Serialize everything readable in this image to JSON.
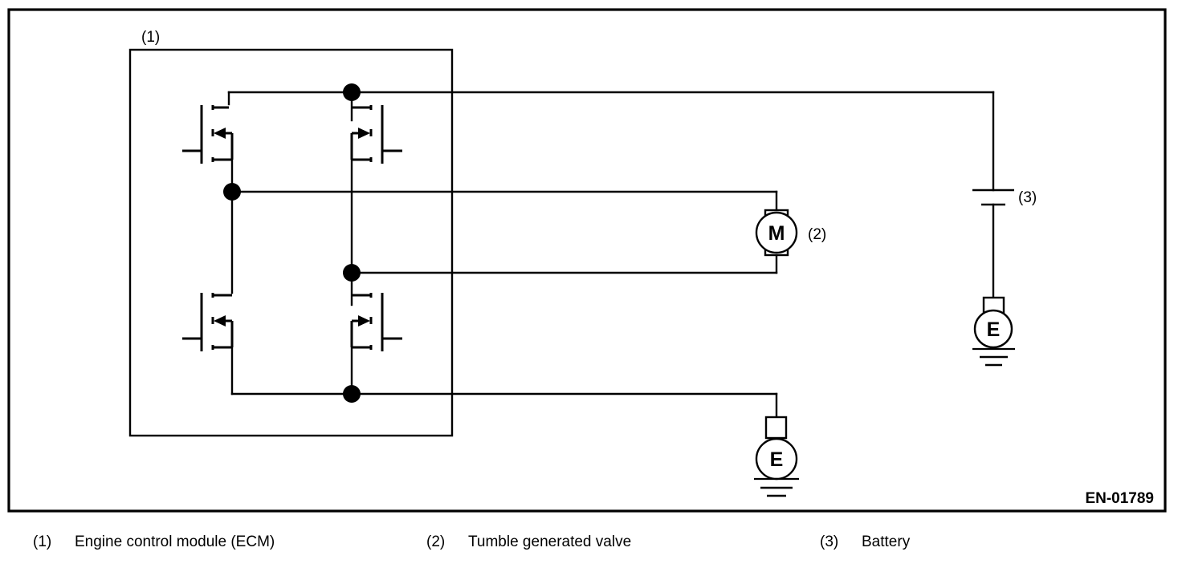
{
  "diagram": {
    "code_label": "EN-01789",
    "callouts": [
      {
        "id": "1",
        "text": "(1)"
      },
      {
        "id": "2",
        "text": "(2)"
      },
      {
        "id": "3",
        "text": "(3)"
      }
    ],
    "components": {
      "ecm_box": {
        "callout": "(1)",
        "name": "Engine control module (ECM)"
      },
      "motor": {
        "callout": "(2)",
        "letter": "M",
        "name": "Tumble generated valve"
      },
      "battery": {
        "callout": "(3)",
        "name": "Battery"
      },
      "ground_center": {
        "letter": "E",
        "name": "earth-ground"
      },
      "ground_right": {
        "letter": "E",
        "name": "earth-ground"
      }
    },
    "transistors": [
      {
        "id": "q1",
        "position": "upper-left",
        "type": "p-channel-mosfet"
      },
      {
        "id": "q2",
        "position": "upper-right",
        "type": "p-channel-mosfet"
      },
      {
        "id": "q3",
        "position": "lower-left",
        "type": "n-channel-mosfet"
      },
      {
        "id": "q4",
        "position": "lower-right",
        "type": "n-channel-mosfet"
      }
    ],
    "junction_count": 4
  },
  "legend": {
    "items": [
      {
        "num": "(1)",
        "label": "Engine control module (ECM)"
      },
      {
        "num": "(2)",
        "label": "Tumble generated valve"
      },
      {
        "num": "(3)",
        "label": "Battery"
      }
    ]
  }
}
